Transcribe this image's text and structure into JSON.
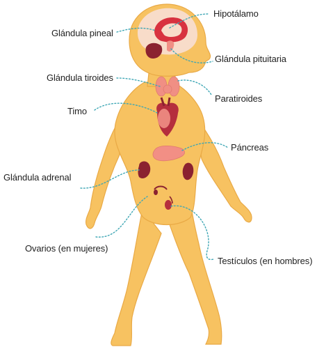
{
  "labels": {
    "hipotalamo": "Hipotálamo",
    "pineal": "Glándula pineal",
    "pituitaria": "Glándula pituitaria",
    "tiroides": "Glándula tiroides",
    "paratiroides": "Paratiroides",
    "timo": "Timo",
    "pancreas": "Páncreas",
    "adrenal": "Glándula adrenal",
    "ovarios": "Ovarios (en mujeres)",
    "testiculos": "Testículos (en hombres)"
  },
  "colors": {
    "body": "#f7c261",
    "body_outline": "#e9a945",
    "leader_line": "#3fa7b5",
    "brain_light": "#f8dcc9",
    "brain_red": "#d8323f",
    "organ_dark": "#8b2230",
    "thyroid": "#f08f84",
    "pancreas": "#f28f85",
    "text": "#1f1f1f"
  }
}
